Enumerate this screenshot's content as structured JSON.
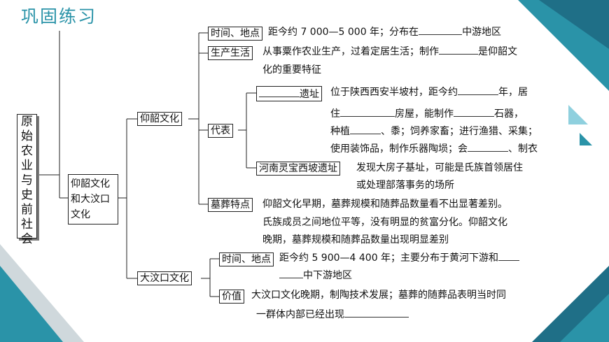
{
  "title": "巩固练习",
  "root": [
    "原",
    "始",
    "农",
    "业",
    "与",
    "史",
    "前",
    "社",
    "会"
  ],
  "yangshao_dawenkou": [
    "仰韶文化",
    "和大汶口",
    "文化"
  ],
  "yangshao": {
    "label": "仰韶文化",
    "time_place": {
      "label": "时间、地点",
      "text_before": "距今约 7 000—5 000 年；分布在",
      "text_after": "中游地区"
    },
    "life": {
      "label": "生产生活",
      "line1_before": "从事粟作农业生产，过着定居生活；制作",
      "line1_after": "是仰韶文",
      "line2": "化的重要特征"
    },
    "representative": {
      "label": "代表",
      "banpo": {
        "label_suffix": "遗址",
        "line1_before": "位于陕西西安半坡村，距今约",
        "line1_after": "年，居",
        "line2_a": "住",
        "line2_b": "房屋，能制作",
        "line2_c": "石器，",
        "line3_a": "种植",
        "line3_b": "、黍；饲养家畜；进行渔猎、采集；",
        "line4_before": "使用装饰品，制作乐器陶埙；会",
        "line4_after": "、制衣"
      },
      "xipo": {
        "label": "河南灵宝西坡遗址",
        "line1": "发现大房子基址，可能是氏族首领居住",
        "line2": "或处理部落事务的场所"
      }
    },
    "burial": {
      "label": "墓葬特点",
      "line1": "仰韶文化早期，墓葬规模和随葬品数量看不出显著差别。",
      "line2": "氏族成员之间地位平等，没有明显的贫富分化。仰韶文化",
      "line3": "晚期，墓葬规模和随葬品数量出现明显差别"
    }
  },
  "dawenkou": {
    "label": "大汶口文化",
    "time_place": {
      "label": "时间、地点",
      "line1": "距今约 5 900—4 400 年；主要分布于黄河下游和",
      "line2": "中下游地区"
    },
    "value": {
      "label": "价值",
      "line1": "大汶口文化晚期，制陶技术发展；墓葬的随葬品表明当时同",
      "line2": "一群体内部已经出现"
    }
  },
  "colors": {
    "accent": "#2a93a8",
    "deco_dark": "#1f6f87",
    "deco_light": "#8fd0de"
  }
}
